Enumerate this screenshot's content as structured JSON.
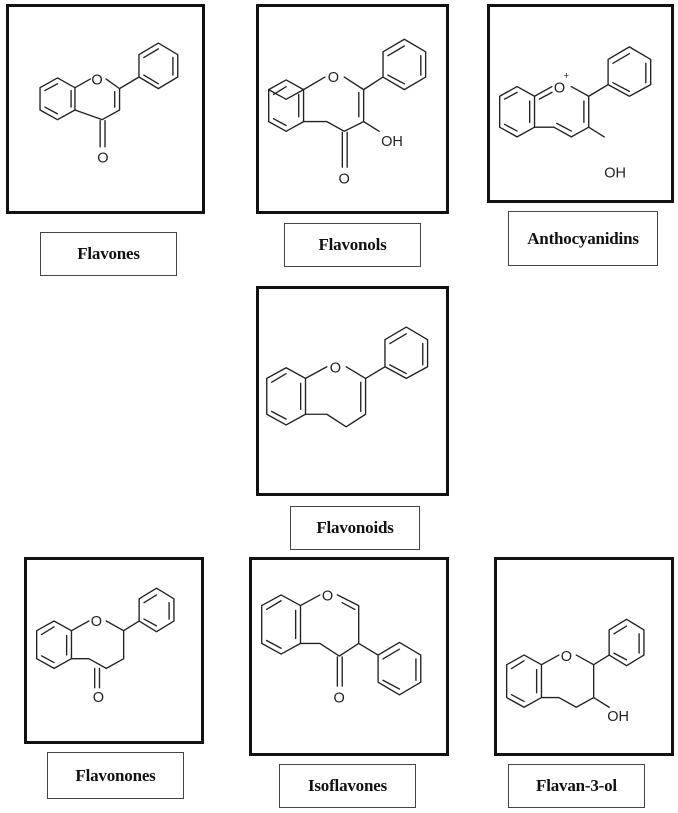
{
  "compounds": {
    "flavones": {
      "label": "Flavones",
      "atoms": {
        "o_ring": "O",
        "o_keto": "O"
      }
    },
    "flavonols": {
      "label": "Flavonols",
      "atoms": {
        "o_ring": "O",
        "o_keto": "O",
        "oh": "OH"
      }
    },
    "anthocyanidins": {
      "label": "Anthocyanidins",
      "atoms": {
        "o_ring": "O",
        "charge": "+",
        "oh": "OH"
      }
    },
    "flavonoids": {
      "label": "Flavonoids",
      "atoms": {
        "o_ring": "O"
      }
    },
    "flavonones": {
      "label": "Flavonones",
      "atoms": {
        "o_ring": "O",
        "o_keto": "O"
      }
    },
    "isoflavones": {
      "label": "Isoflavones",
      "atoms": {
        "o_ring": "O",
        "o_keto": "O"
      }
    },
    "flavan3ol": {
      "label": "Flavan-3-ol",
      "atoms": {
        "o_ring": "O",
        "oh": "OH"
      }
    }
  }
}
